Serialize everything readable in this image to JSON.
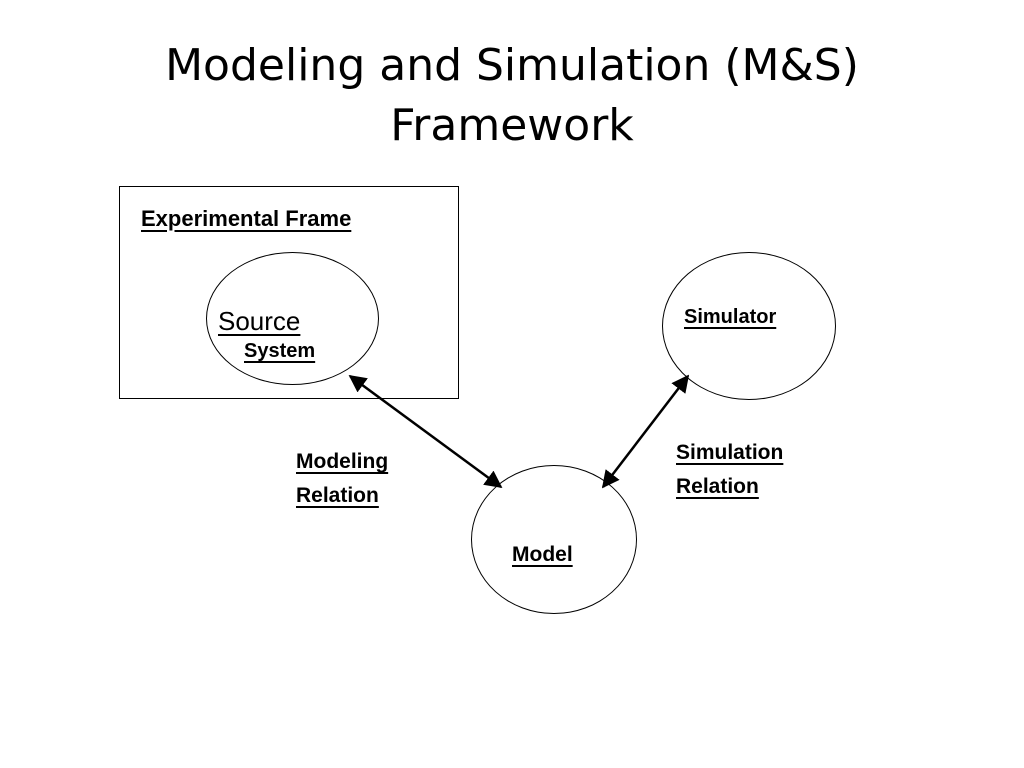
{
  "title": {
    "line1": "Modeling and Simulation (M&S)",
    "line2": "Framework"
  },
  "diagram": {
    "experimental_frame": "Experimental Frame",
    "source_system": {
      "source": "Source",
      "system": "System"
    },
    "simulator": "Simulator",
    "model": "Model",
    "modeling_relation": {
      "line1": "Modeling",
      "line2": "Relation"
    },
    "simulation_relation": {
      "line1": "Simulation",
      "line2": "Relation"
    }
  }
}
